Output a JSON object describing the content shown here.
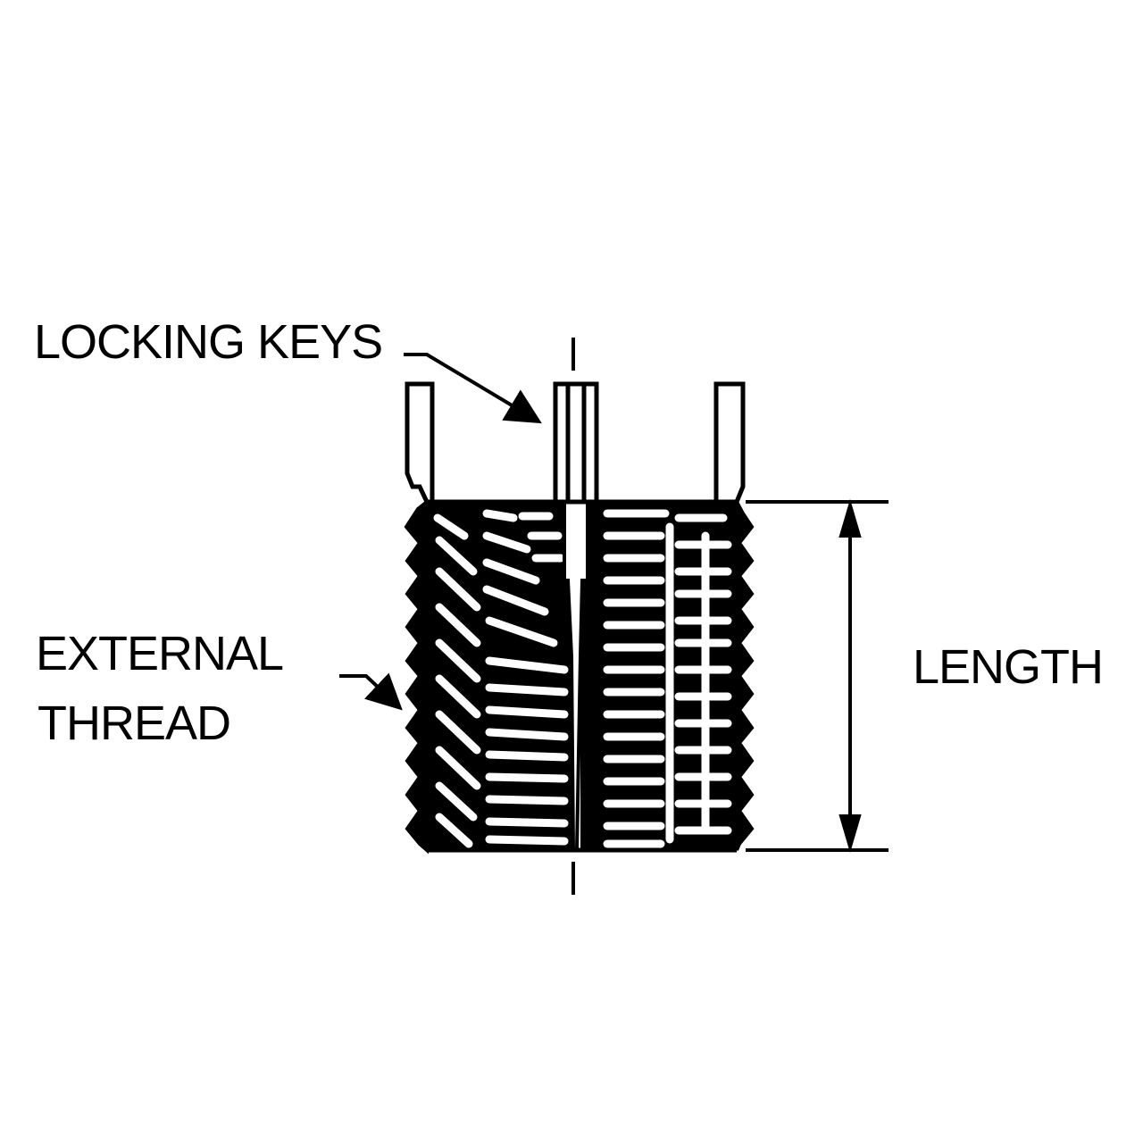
{
  "labels": {
    "locking_keys": "LOCKING KEYS",
    "external_thread_line1": "EXTERNAL",
    "external_thread_line2": "THREAD",
    "length": "LENGTH"
  },
  "colors": {
    "ink": "#000000",
    "paper": "#ffffff"
  }
}
